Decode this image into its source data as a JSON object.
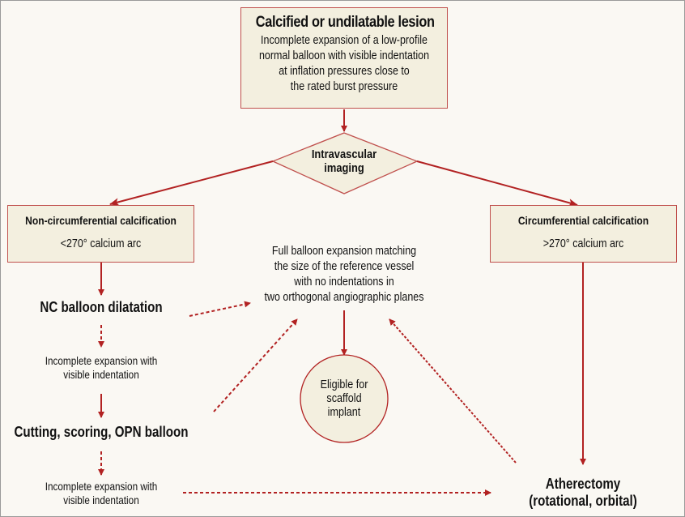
{
  "colors": {
    "accent": "#b22222",
    "box_fill": "#f3efdf",
    "box_border": "#c0504d",
    "background": "#faf8f3",
    "text": "#111111"
  },
  "top_box": {
    "title": "Calcified or undilatable lesion",
    "lines": [
      "Incomplete expansion of a low-profile",
      "normal balloon with visible indentation",
      "at inflation pressures close to",
      "the rated burst pressure"
    ]
  },
  "decision": {
    "lines": [
      "Intravascular",
      "imaging"
    ]
  },
  "left_box": {
    "title": "Non-circumferential calcification",
    "subtitle": "<270° calcium arc"
  },
  "right_box": {
    "title": "Circumferential calcification",
    "subtitle": ">270° calcium arc"
  },
  "center_text": {
    "lines": [
      "Full balloon expansion matching",
      "the size of the reference vessel",
      "with no indentations in",
      "two orthogonal angiographic planes"
    ]
  },
  "circle": {
    "lines": [
      "Eligible for",
      "scaffold",
      "implant"
    ]
  },
  "left_steps": {
    "nc_balloon": "NC balloon dilatation",
    "incomplete_1": [
      "Incomplete expansion with",
      "visible indentation"
    ],
    "cutting": "Cutting, scoring, OPN balloon",
    "incomplete_2": [
      "Incomplete expansion with",
      "visible indentation"
    ]
  },
  "atherectomy": {
    "lines": [
      "Atherectomy",
      "(rotational, orbital)"
    ]
  },
  "edges": [
    {
      "from": "top_box",
      "to": "decision",
      "style": "solid"
    },
    {
      "from": "decision",
      "to": "left_box",
      "style": "solid"
    },
    {
      "from": "decision",
      "to": "right_box",
      "style": "solid"
    },
    {
      "from": "left_box",
      "to": "nc_balloon",
      "style": "solid"
    },
    {
      "from": "nc_balloon",
      "to": "incomplete_1",
      "style": "dashed"
    },
    {
      "from": "nc_balloon",
      "to": "center_text",
      "style": "dashed"
    },
    {
      "from": "incomplete_1",
      "to": "cutting",
      "style": "solid"
    },
    {
      "from": "cutting",
      "to": "center_text",
      "style": "dashed"
    },
    {
      "from": "cutting",
      "to": "incomplete_2",
      "style": "dashed"
    },
    {
      "from": "incomplete_2",
      "to": "atherectomy",
      "style": "dashed"
    },
    {
      "from": "center_text",
      "to": "circle",
      "style": "solid"
    },
    {
      "from": "right_box",
      "to": "atherectomy",
      "style": "solid"
    },
    {
      "from": "atherectomy",
      "to": "center_text",
      "style": "dashed"
    }
  ]
}
